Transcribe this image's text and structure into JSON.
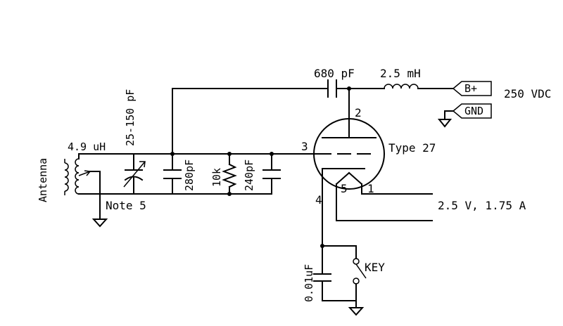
{
  "labels": {
    "antenna": "Antenna",
    "inductor": "4.9 uH",
    "var_cap": "25-150 pF",
    "cap_280": "280pF",
    "res_10k": "10k",
    "cap_240": "240pF",
    "cap_680": "680 pF",
    "choke": "2.5 mH",
    "bplus": "B+",
    "gnd": "GND",
    "supply": "250 VDC",
    "tube_type": "Type 27",
    "pin2": "2",
    "pin3": "3",
    "pin4": "4",
    "pin5": "5",
    "pin1": "1",
    "filament": "2.5 V, 1.75 A",
    "note": "Note 5",
    "cap_001": "0.01uF",
    "key": "KEY"
  }
}
